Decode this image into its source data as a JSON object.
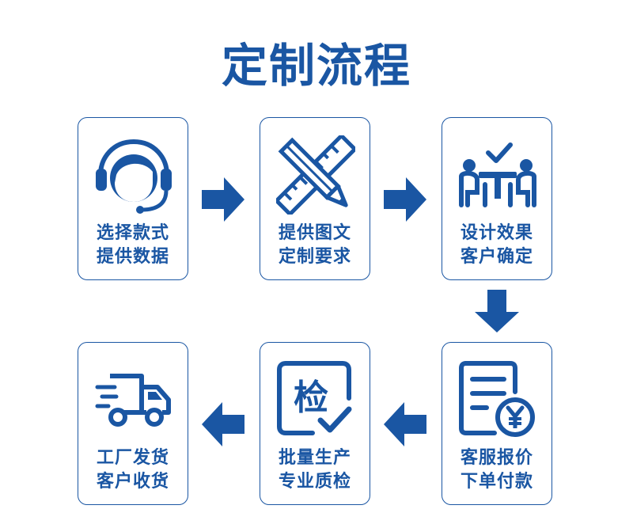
{
  "title": "定制流程",
  "colors": {
    "primary": "#1a56a3",
    "accent": "#2a6fd1"
  },
  "steps": [
    {
      "icon": "headset-icon",
      "line1": "选择款式",
      "line2": "提供数据"
    },
    {
      "icon": "ruler-pencil-icon",
      "line1": "提供图文",
      "line2": "定制要求"
    },
    {
      "icon": "meeting-check-icon",
      "line1": "设计效果",
      "line2": "客户确定"
    },
    {
      "icon": "invoice-yen-icon",
      "line1": "客服报价",
      "line2": "下单付款"
    },
    {
      "icon": "inspection-icon",
      "line1": "批量生产",
      "line2": "专业质检",
      "badge": "检"
    },
    {
      "icon": "delivery-truck-icon",
      "line1": "工厂发货",
      "line2": "客户收货"
    }
  ]
}
